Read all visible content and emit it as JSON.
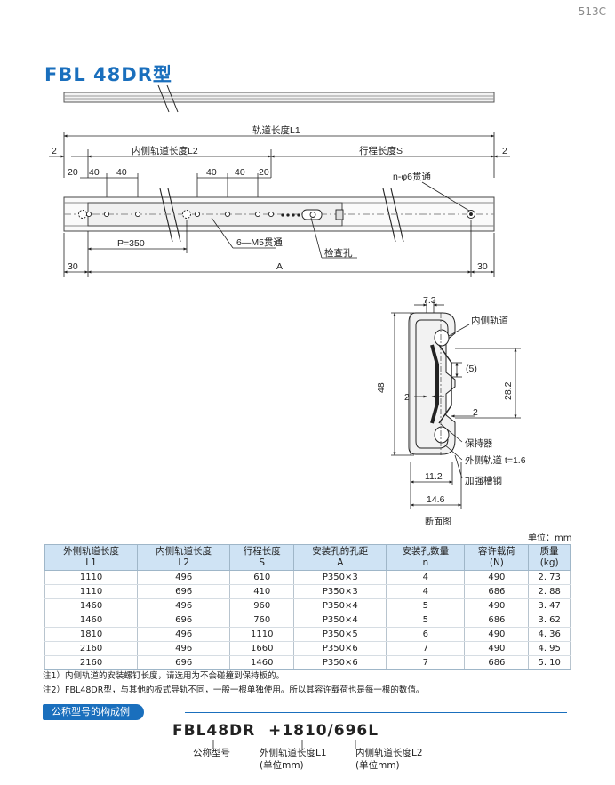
{
  "page_number": "513C",
  "title": "FBL 48DR型",
  "drawing": {
    "rail_length": "轨道长度L1",
    "inner_rail_length": "内侧轨道长度L2",
    "stroke": "行程长度S",
    "dim_2_left": "2",
    "dim_2_right": "2",
    "dim_20_a": "20",
    "dim_40_a": "40",
    "dim_40_b": "40",
    "dim_40_c": "40",
    "dim_40_d": "40",
    "dim_20_b": "20",
    "through_hole": "n-φ6贯通",
    "pitch": "P=350",
    "m5": "6—M5贯通",
    "inspection_hole": "检查孔",
    "dim_30_left": "30",
    "dim_30_right": "30",
    "dim_A": "A"
  },
  "section": {
    "dim_7_3": "7.3",
    "inner_rail": "内侧轨道",
    "dim_5": "(5)",
    "dim_48": "48",
    "dim_28_2": "28.2",
    "dim_2_a": "2",
    "dim_2_b": "2",
    "retainer": "保持器",
    "outer_rail": "外侧轨道 t=1.6",
    "dim_11_2": "11.2",
    "reinforced_steel": "加强槽钢",
    "dim_14_6": "14.6",
    "caption": "断面图"
  },
  "units": "单位：mm",
  "table": {
    "headers": [
      [
        "外侧轨道长度",
        "L1"
      ],
      [
        "内侧轨道长度",
        "L2"
      ],
      [
        "行程长度",
        "S"
      ],
      [
        "安装孔的孔距",
        "A"
      ],
      [
        "安装孔数量",
        "n"
      ],
      [
        "容许载荷",
        "(N)"
      ],
      [
        "质量",
        "(kg)"
      ]
    ],
    "rows": [
      [
        "1110",
        "496",
        "610",
        "P350×3",
        "4",
        "490",
        "2. 73"
      ],
      [
        "1110",
        "696",
        "410",
        "P350×3",
        "4",
        "686",
        "2. 88"
      ],
      [
        "1460",
        "496",
        "960",
        "P350×4",
        "5",
        "490",
        "3. 47"
      ],
      [
        "1460",
        "696",
        "760",
        "P350×4",
        "5",
        "686",
        "3. 62"
      ],
      [
        "1810",
        "496",
        "1110",
        "P350×5",
        "6",
        "490",
        "4. 36"
      ],
      [
        "2160",
        "496",
        "1660",
        "P350×6",
        "7",
        "490",
        "4. 95"
      ],
      [
        "2160",
        "696",
        "1460",
        "P350×6",
        "7",
        "686",
        "5. 10"
      ]
    ]
  },
  "notes": [
    "注1）内侧轨道的安装螺钉长度，请选用为不会碰撞到保持板的。",
    "注2）FBL48DR型，与其他的板式导轨不同，一般一根单独使用。所以其容许载荷也是每一根的数值。"
  ],
  "example": {
    "heading": "公称型号的构成例",
    "model": "FBL48DR",
    "suffix": "+1810/696L",
    "label_model": "公称型号",
    "label_outer": "外侧轨道长度L1",
    "label_outer_unit": "(单位mm)",
    "label_inner": "内侧轨道长度L2",
    "label_inner_unit": "(单位mm)"
  },
  "colors": {
    "accent": "#1a6fbd",
    "header_bg": "#cfe3f4"
  }
}
